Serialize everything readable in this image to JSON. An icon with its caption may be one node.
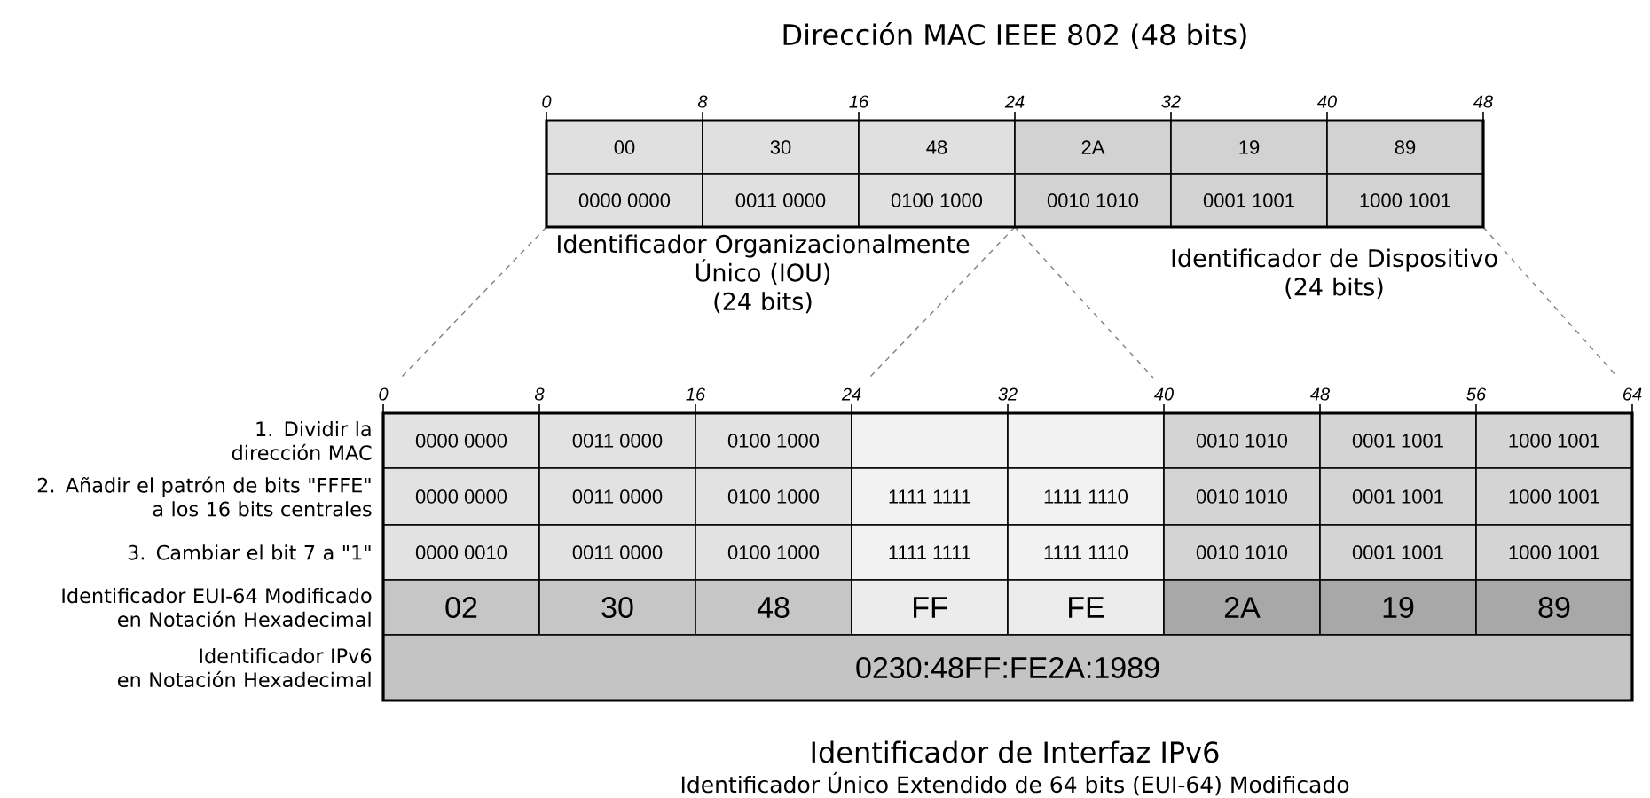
{
  "diagram": {
    "title": "Dirección MAC IEEE 802 (48 bits)",
    "nodes": [
      {
        "text": [
          "00"
        ]
      },
      {
        "text": [
          "30"
        ]
      },
      {
        "text": [
          "48"
        ]
      },
      {
        "text": [
          "2A"
        ]
      },
      {
        "text": [
          "19"
        ]
      },
      {
        "text": [
          "89"
        ]
      },
      {
        "text": [
          "0000 0000"
        ]
      },
      {
        "text": [
          "0011 0000"
        ]
      },
      {
        "text": [
          "0100 1000"
        ]
      },
      {
        "text": [
          "0010 1010"
        ]
      },
      {
        "text": [
          "0001 1001"
        ]
      },
      {
        "text": [
          "1000 1001"
        ]
      },
      {
        "text": [
          "0000 0000"
        ]
      },
      {
        "text": [
          "0011 0000"
        ]
      },
      {
        "text": [
          "0100 1000"
        ]
      },
      {
        "text": [],
        "shape": "box"
      },
      {
        "text": [],
        "shape": "box"
      },
      {
        "text": [
          "0010 1010"
        ]
      },
      {
        "text": [
          "0001 1001"
        ]
      },
      {
        "text": [
          "1000 1001"
        ]
      },
      {
        "text": [
          "0000 0000"
        ]
      },
      {
        "text": [
          "0011 0000"
        ]
      },
      {
        "text": [
          "0100 1000"
        ]
      },
      {
        "text": [
          "1111 1111"
        ]
      },
      {
        "text": [
          "1111 1110"
        ]
      },
      {
        "text": [
          "0010 1010"
        ]
      },
      {
        "text": [
          "0001 1001"
        ]
      },
      {
        "text": [
          "1000 1001"
        ]
      },
      {
        "text": [
          "0000 0010"
        ]
      },
      {
        "text": [
          "0011 0000"
        ]
      },
      {
        "text": [
          "0100 1000"
        ]
      },
      {
        "text": [
          "1111 1111"
        ]
      },
      {
        "text": [
          "1111 1110"
        ]
      },
      {
        "text": [
          "0010 1010"
        ]
      },
      {
        "text": [
          "0001 1001"
        ]
      },
      {
        "text": [
          "1000 1001"
        ]
      },
      {
        "text": [
          "02"
        ]
      },
      {
        "text": [
          "30"
        ]
      },
      {
        "text": [
          "48"
        ]
      },
      {
        "text": [
          "FF"
        ]
      },
      {
        "text": [
          "FE"
        ]
      },
      {
        "text": [
          "2A"
        ]
      },
      {
        "text": [
          "19"
        ]
      },
      {
        "text": [
          "89"
        ]
      },
      {
        "text": [
          "0230:48FF:FE2A:1989"
        ]
      }
    ],
    "labels": [
      "0",
      "8",
      "16",
      "24",
      "32",
      "40",
      "48",
      "Identificador Organizacionalmente Único (IOU) (24 bits)",
      "Identificador de Dispositivo (24 bits)",
      "0",
      "8",
      "16",
      "24",
      "32",
      "40",
      "48",
      "56",
      "64",
      "1. Dividir la dirección MAC",
      "2. Añadir el patrón de bits \"FFFE\" a los 16 bits centrales",
      "3. Cambiar el bit 7 a \"1\"",
      "Identificador EUI-64 Modificado en Notación Hexadecimal",
      "Identificador IPv6 en Notación Hexadecimal",
      "Identificador de Interfaz IPv6",
      "Identificador Único Extendido de 64 bits (EUI-64) Modificado"
    ]
  }
}
